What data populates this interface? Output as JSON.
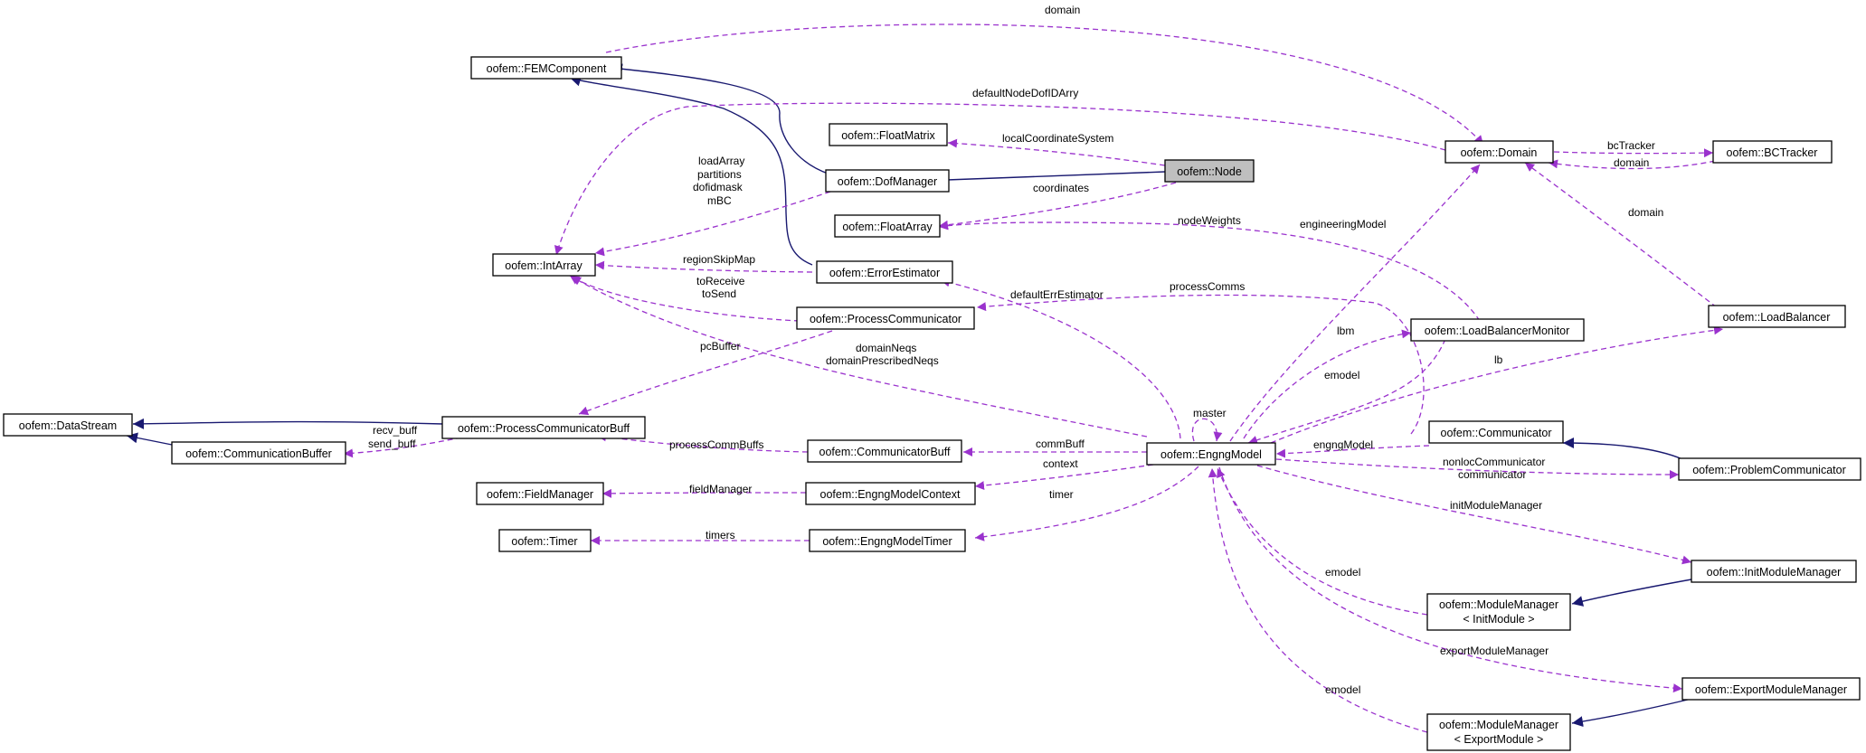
{
  "nodes": {
    "fem_component": "oofem::FEMComponent",
    "float_matrix": "oofem::FloatMatrix",
    "dof_manager": "oofem::DofManager",
    "node": "oofem::Node",
    "float_array": "oofem::FloatArray",
    "int_array": "oofem::IntArray",
    "error_estimator": "oofem::ErrorEstimator",
    "process_communicator": "oofem::ProcessCommunicator",
    "data_stream": "oofem::DataStream",
    "process_communicator_buff": "oofem::ProcessCommunicatorBuff",
    "communication_buffer": "oofem::CommunicationBuffer",
    "communicator_buff": "oofem::CommunicatorBuff",
    "field_manager": "oofem::FieldManager",
    "engng_model_context": "oofem::EngngModelContext",
    "timer": "oofem::Timer",
    "engng_model_timer": "oofem::EngngModelTimer",
    "engng_model": "oofem::EngngModel",
    "domain": "oofem::Domain",
    "bc_tracker": "oofem::BCTracker",
    "load_balancer_monitor": "oofem::LoadBalancerMonitor",
    "load_balancer": "oofem::LoadBalancer",
    "communicator": "oofem::Communicator",
    "problem_communicator": "oofem::ProblemCommunicator",
    "init_module_manager": "oofem::InitModuleManager",
    "module_manager_init_1": "oofem::ModuleManager",
    "module_manager_init_2": "< InitModule >",
    "export_module_manager": "oofem::ExportModuleManager",
    "module_manager_export_1": "oofem::ModuleManager",
    "module_manager_export_2": "< ExportModule >"
  },
  "edge_labels": {
    "domain_top": "domain",
    "default_node_dof_id_arry": "defaultNodeDofIDArry",
    "local_coordinate_system": "localCoordinateSystem",
    "load_array": "loadArray",
    "partitions": "partitions",
    "dofidmask": "dofidmask",
    "m_bc": "mBC",
    "coordinates": "coordinates",
    "node_weights": "nodeWeights",
    "engineering_model": "engineeringModel",
    "region_skip_map": "regionSkipMap",
    "to_receive": "toReceive",
    "to_send": "toSend",
    "default_err_estimator": "defaultErrEstimator",
    "process_comms": "processComms",
    "pc_buffer": "pcBuffer",
    "domain_neqs": "domainNeqs",
    "domain_prescribed_neqs": "domainPrescribedNeqs",
    "lbm": "lbm",
    "lb": "lb",
    "emodel_lbm": "emodel",
    "master": "master",
    "recv_buff": "recv_buff",
    "send_buff": "send_buff",
    "process_comm_buffs": "processCommBuffs",
    "comm_buff": "commBuff",
    "engng_model": "engngModel",
    "context": "context",
    "field_manager": "fieldManager",
    "timer": "timer",
    "timers": "timers",
    "nonloc_communicator": "nonlocCommunicator",
    "communicator": "communicator",
    "init_module_manager": "initModuleManager",
    "emodel_init": "emodel",
    "export_module_manager": "exportModuleManager",
    "emodel_export": "emodel",
    "bc_tracker": "bcTracker",
    "domain_bc": "domain",
    "domain_lb": "domain"
  }
}
